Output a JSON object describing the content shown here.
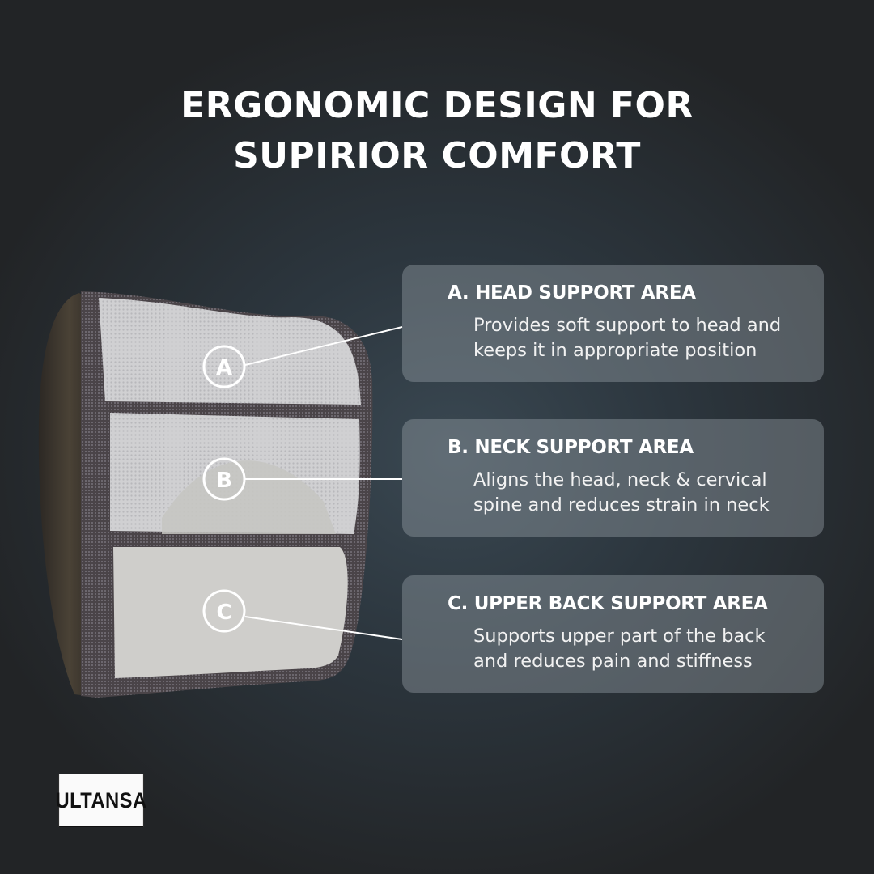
{
  "title_lines": [
    "ERGONOMIC DESIGN FOR",
    "SUPIRIOR COMFORT"
  ],
  "markers": [
    "A",
    "B",
    "C"
  ],
  "features": [
    {
      "heading": "A. HEAD SUPPORT AREA",
      "lines": [
        "Provides soft support to head and",
        "keeps it in appropriate position"
      ]
    },
    {
      "heading": "B. NECK SUPPORT AREA",
      "lines": [
        "Aligns the head, neck & cervical",
        "spine and reduces strain in neck"
      ]
    },
    {
      "heading": "C. UPPER BACK SUPPORT AREA",
      "lines": [
        "Supports upper part of the back",
        "and reduces pain and stiffness"
      ]
    }
  ],
  "brand": "ULTANSA"
}
